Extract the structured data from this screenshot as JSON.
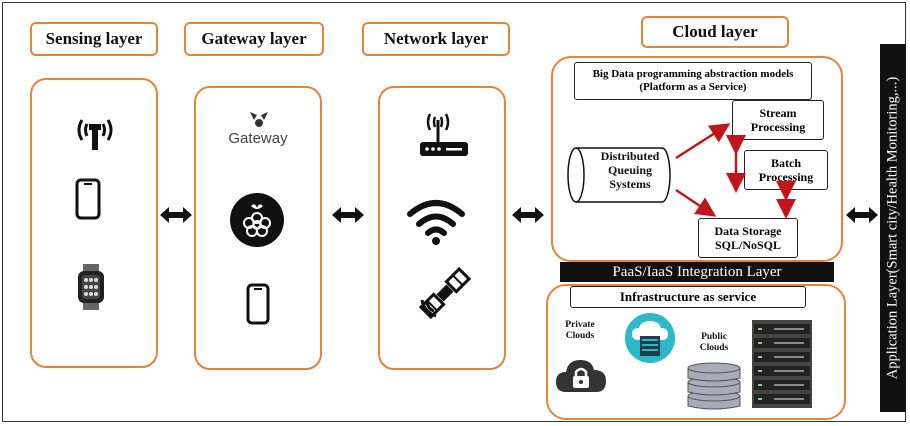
{
  "layers": {
    "sensing": "Sensing layer",
    "gateway": "Gateway layer",
    "network": "Network layer",
    "cloud": "Cloud layer"
  },
  "gateway_logo_text": "Gateway",
  "cloud": {
    "paas_box": "Big Data programming abstraction models (Platform as a Service)",
    "queue": "Distributed Queuing Systems",
    "stream": "Stream Processing",
    "batch": "Batch Processing",
    "storage": "Data Storage SQL/NoSQL",
    "integration_bar": "PaaS/IaaS Integration Layer",
    "iaas_title": "Infrastructure as service",
    "private_clouds": "Private Clouds",
    "public_clouds": "Public Clouds"
  },
  "application_layer": "Application Layer(Smart city/Health Monitoring,...)",
  "colors": {
    "accent": "#E8823A",
    "arrow_red": "#C0161B",
    "teal": "#2BB8C9"
  },
  "icons": [
    "antenna-icon",
    "smartphone-icon",
    "smartwatch-icon",
    "gateway-logo-icon",
    "raspberry-pi-icon",
    "router-icon",
    "wifi-icon",
    "satellite-icon",
    "lock-cloud-icon",
    "server-cloud-icon",
    "database-icon",
    "server-rack-icon"
  ]
}
